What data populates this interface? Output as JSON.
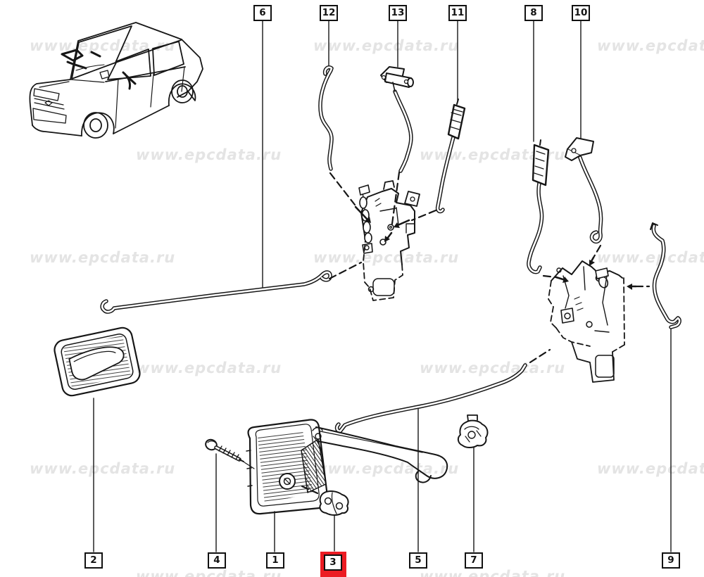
{
  "watermark": {
    "text": "www.epcdata.ru"
  },
  "colors": {
    "line": "#161616",
    "watermark": "#e4e4e4",
    "highlight": "#ec1c23",
    "background": "#ffffff"
  },
  "callouts": [
    {
      "label": "6",
      "position": "top",
      "highlighted": false
    },
    {
      "label": "12",
      "position": "top",
      "highlighted": false
    },
    {
      "label": "13",
      "position": "top",
      "highlighted": false
    },
    {
      "label": "11",
      "position": "top",
      "highlighted": false
    },
    {
      "label": "8",
      "position": "top",
      "highlighted": false
    },
    {
      "label": "10",
      "position": "top",
      "highlighted": false
    },
    {
      "label": "2",
      "position": "bottom",
      "highlighted": false
    },
    {
      "label": "4",
      "position": "bottom",
      "highlighted": false
    },
    {
      "label": "1",
      "position": "bottom",
      "highlighted": false
    },
    {
      "label": "3",
      "position": "bottom",
      "highlighted": true
    },
    {
      "label": "5",
      "position": "bottom",
      "highlighted": false
    },
    {
      "label": "7",
      "position": "bottom",
      "highlighted": false
    },
    {
      "label": "9",
      "position": "bottom",
      "highlighted": false
    }
  ]
}
